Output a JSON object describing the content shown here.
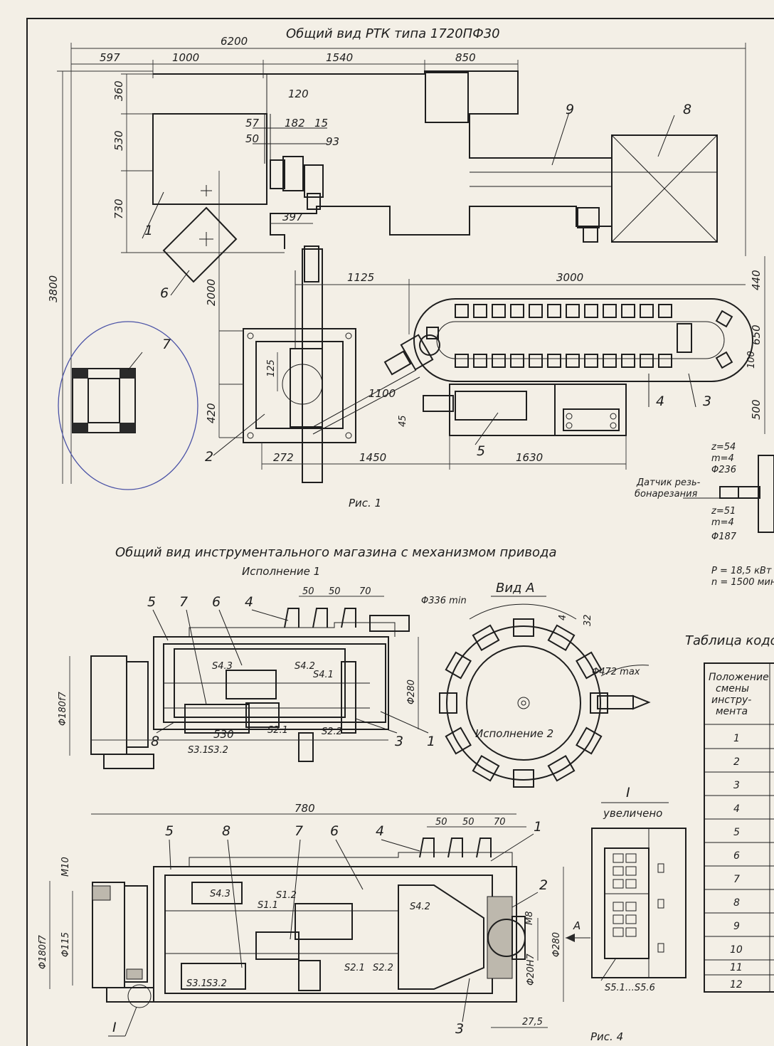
{
  "fig1": {
    "title": "Общий вид РТК типа 1720ПФ30",
    "caption": "Рис. 1",
    "dims": {
      "d6200": "6200",
      "d597": "597",
      "d1000": "1000",
      "d1540": "1540",
      "d850": "850",
      "d360": "360",
      "d530": "530",
      "d730": "730",
      "d3800": "3800",
      "d2000": "2000",
      "d420": "420",
      "d120": "120",
      "d57": "57",
      "d182": "182",
      "d15": "15",
      "d50": "50",
      "d93": "93",
      "d397": "397",
      "d1125": "1125",
      "d3000": "3000",
      "d440": "440",
      "d650": "650",
      "d100": "100",
      "d500": "500",
      "d125": "125",
      "d1100": "1100",
      "d45": "45",
      "d272": "272",
      "d1450": "1450",
      "d1630": "1630"
    },
    "positions": [
      "1",
      "2",
      "3",
      "4",
      "5",
      "6",
      "7",
      "8",
      "9"
    ]
  },
  "drive": {
    "z1": "z=54",
    "m1": "m=4",
    "phi1": "Φ236",
    "sensor1": "Датчик резь-",
    "sensor2": "бонарезания",
    "z2": "z=51",
    "m2": "m=4",
    "phi2": "Φ187",
    "power": "P = 18,5 кВт",
    "speed": "n = 1500 мин"
  },
  "fig4": {
    "title": "Общий вид инструментального магазина с механизмом привода",
    "exec1": "Исполнение 1",
    "exec2": "Исполнение 2",
    "viewA": "Вид А",
    "detail_num": "I",
    "detail": "увеличено",
    "caption": "Рис. 4",
    "dims": {
      "d50a": "50",
      "d50b": "50",
      "d70a": "70",
      "d336": "Φ336 min",
      "d4": "4",
      "d32": "32",
      "d472": "Φ472 max",
      "d180a": "Φ180f7",
      "d280a": "Φ280",
      "d530": "530",
      "d780": "780",
      "d50c": "50",
      "d50d": "50",
      "d70b": "70",
      "m10": "M10",
      "d180b": "Φ180f7",
      "d115": "Φ115",
      "m8": "M8",
      "d280b": "Φ280",
      "d20": "Φ20H7",
      "d275": "27,5",
      "arrowA": "A"
    },
    "switches": {
      "s43a": "S4.3",
      "s42a": "S4.2",
      "s41": "S4.1",
      "s21a": "S2.1",
      "s22a": "S2.2",
      "s31a": "S3.1",
      "s32a": "S3.2",
      "s43b": "S4.3",
      "s12": "S1.2",
      "s11": "S1.1",
      "s42b": "S4.2",
      "s21b": "S2.1",
      "s22b": "S2.2",
      "s31b": "S3.1",
      "s32b": "S3.2",
      "s5": "S5.1…S5.6"
    },
    "callouts1": [
      "5",
      "7",
      "6",
      "4",
      "8",
      "3",
      "1"
    ],
    "callouts2": [
      "5",
      "8",
      "7",
      "6",
      "4",
      "1",
      "2",
      "3"
    ]
  },
  "code_table": {
    "title": "Таблица кодо",
    "header": [
      "Положение",
      "смены",
      "инстру-",
      "мента"
    ],
    "rows": [
      "1",
      "2",
      "3",
      "4",
      "5",
      "6",
      "7",
      "8",
      "9",
      "10",
      "11",
      "12"
    ]
  }
}
